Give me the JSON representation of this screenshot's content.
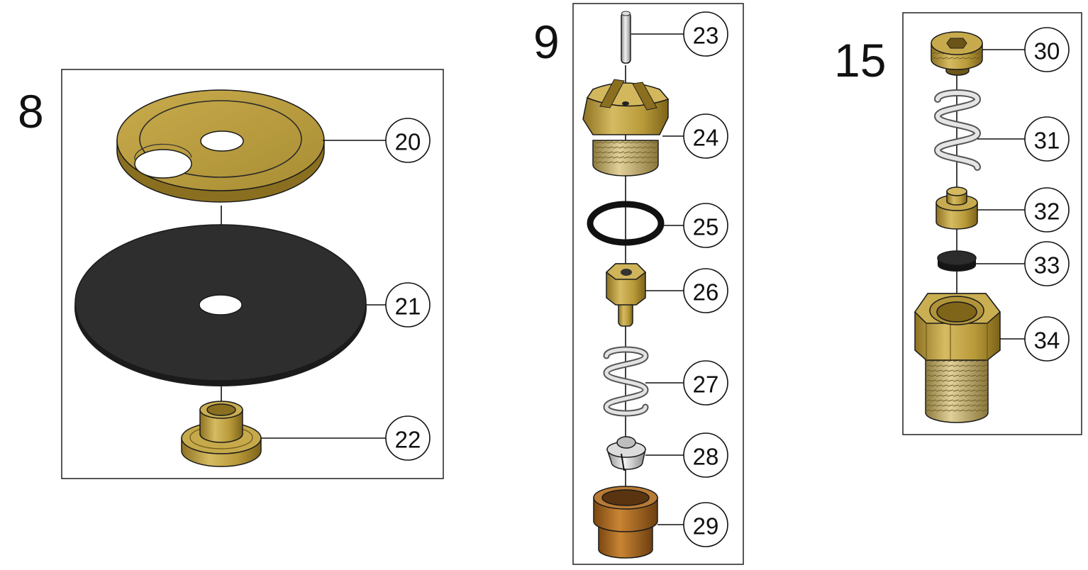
{
  "groups": [
    {
      "number": "8",
      "callouts": [
        "20",
        "21",
        "22"
      ]
    },
    {
      "number": "9",
      "callouts": [
        "23",
        "24",
        "25",
        "26",
        "27",
        "28",
        "29"
      ]
    },
    {
      "number": "15",
      "callouts": [
        "30",
        "31",
        "32",
        "33",
        "34"
      ]
    }
  ],
  "colors": {
    "brass": "#b89a35",
    "brass_dark": "#8a7020",
    "brass_light": "#d9c170",
    "rubber": "#2b2b2b",
    "steel": "#c9c9c9",
    "bronze": "#a86a22",
    "line": "#111111"
  }
}
